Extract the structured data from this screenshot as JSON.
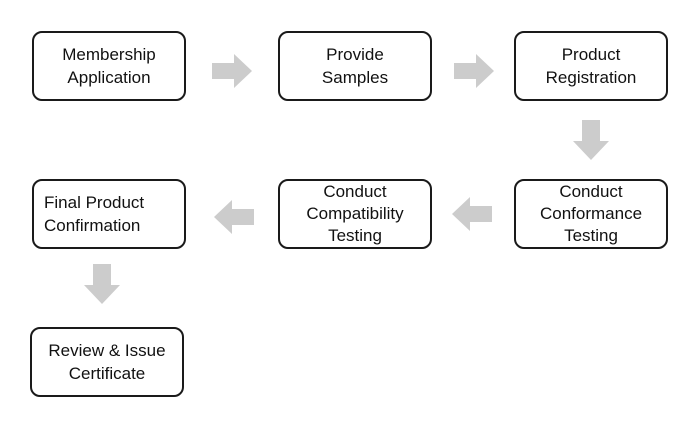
{
  "steps": [
    {
      "id": "membership-application",
      "text": "Membership\nApplication"
    },
    {
      "id": "provide-samples",
      "text": "Provide\nSamples"
    },
    {
      "id": "product-registration",
      "text": "Product\nRegistration"
    },
    {
      "id": "conduct-conformance-testing",
      "text": "Conduct\nConformance\nTesting"
    },
    {
      "id": "conduct-compatibility-testing",
      "text": "Conduct\nCompatibility\nTesting"
    },
    {
      "id": "final-product-confirmation",
      "text": "Final Product\nConfirmation"
    },
    {
      "id": "review-issue-certificate",
      "text": "Review & Issue\nCertificate"
    }
  ],
  "colors": {
    "box_border": "#1a1a1a",
    "box_fill": "#ffffff",
    "text": "#111111",
    "arrow": "#cccccc"
  },
  "arrows": [
    "arrow-right",
    "arrow-right",
    "arrow-down",
    "arrow-left",
    "arrow-left",
    "arrow-down"
  ]
}
